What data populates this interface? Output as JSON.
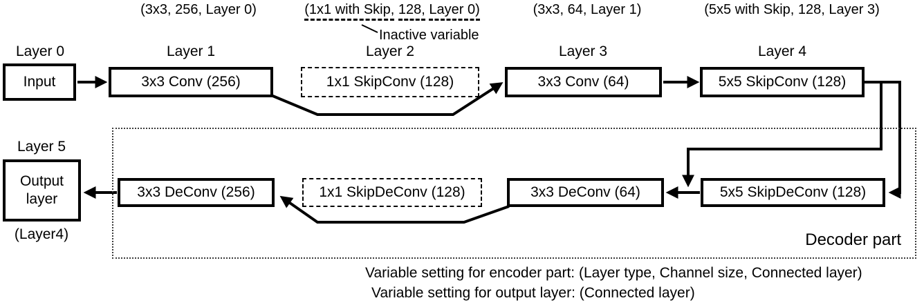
{
  "colors": {
    "ink": "#000000",
    "background": "#ffffff"
  },
  "top_annotations": [
    {
      "text": "(3x3, 256, Layer 0)"
    },
    {
      "parts": [
        {
          "t": "(1x1 with Skip,"
        },
        {
          "t": " "
        },
        {
          "t": "128,"
        },
        {
          "t": " "
        },
        {
          "t": "Layer 0)"
        }
      ]
    },
    {
      "text": "(3x3, 64, Layer 1)"
    },
    {
      "text": "(5x5 with Skip, 128, Layer 3)"
    }
  ],
  "inactive_note": "Inactive variable",
  "encoder": {
    "layers": [
      {
        "label": "Layer 0",
        "box": "Input"
      },
      {
        "label": "Layer 1",
        "box": "3x3 Conv (256)"
      },
      {
        "label": "Layer 2",
        "box": "1x1 SkipConv (128)"
      },
      {
        "label": "Layer 3",
        "box": "3x3 Conv (64)"
      },
      {
        "label": "Layer 4",
        "box": "5x5 SkipConv (128)"
      }
    ]
  },
  "decoder": {
    "region_label": "Decoder part",
    "output": {
      "label": "Layer 5",
      "box_lines": [
        "Output",
        "layer"
      ],
      "sublabel": "(Layer4)"
    },
    "boxes": [
      {
        "text": "3x3 DeConv (256)"
      },
      {
        "text": "1x1 SkipDeConv (128)"
      },
      {
        "text": "3x3 DeConv (64)"
      },
      {
        "text": "5x5 SkipDeConv (128)"
      }
    ]
  },
  "footnotes": [
    "Variable setting for encoder part: (Layer type, Channel size, Connected layer)",
    "Variable setting for output layer: (Connected layer)"
  ]
}
